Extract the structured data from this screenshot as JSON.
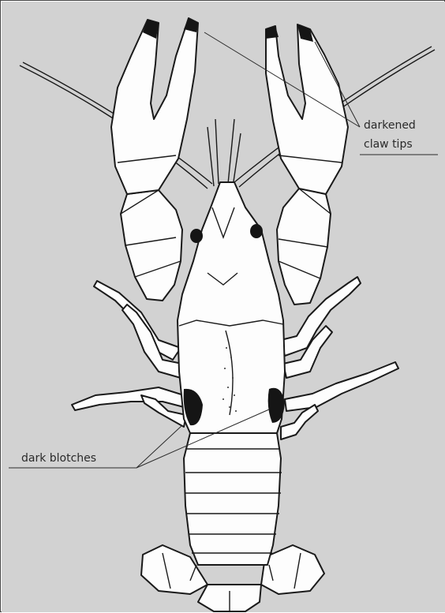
{
  "labels": {
    "claw_tips_line1": "darkened",
    "claw_tips_line2": "claw tips",
    "blotches": "dark blotches"
  },
  "colors": {
    "background": "#d2d2d2",
    "outline": "#1a1a1a",
    "body_fill": "#fdfdfd",
    "dark_marks": "#151515"
  }
}
